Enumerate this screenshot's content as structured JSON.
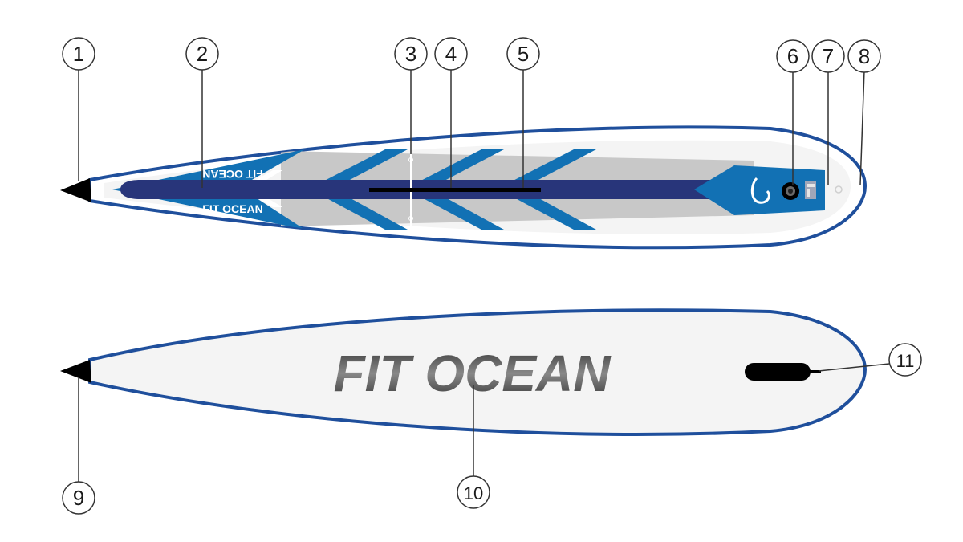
{
  "callouts": {
    "c1": "1",
    "c2": "2",
    "c3": "3",
    "c4": "4",
    "c5": "5",
    "c6": "6",
    "c7": "7",
    "c8": "8",
    "c9": "9",
    "c10": "10",
    "c11": "11"
  },
  "board_top": {
    "brand_upper": "FIT OCEAN",
    "brand_lower": "FIT OCEAN"
  },
  "board_bottom": {
    "brand": "FIT OCEAN"
  },
  "colors": {
    "outline": "#1f4f9c",
    "navy": "#28357a",
    "blue": "#1271b4",
    "grey": "#c8c8c8",
    "deck_white": "#f2f2f2",
    "nose": "#000000"
  }
}
